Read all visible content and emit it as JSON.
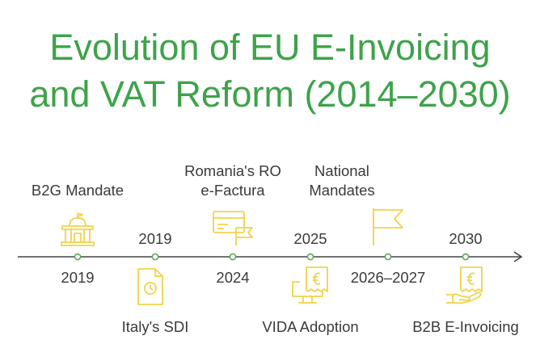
{
  "title_line1": "Evolution of EU E-Invoicing",
  "title_line2": "and VAT Reform (2014–2030)",
  "colors": {
    "title": "#3ea34a",
    "icon": "#f0d24a",
    "axis": "#444444",
    "node": "#58a85c",
    "text": "#3a3a3a"
  },
  "milestones": [
    {
      "id": "m1",
      "title": "B2G Mandate",
      "date": "2019",
      "icon": "government-building-icon"
    },
    {
      "id": "m2",
      "title": "Italy's SDI",
      "date": "2019",
      "icon": "document-clock-icon"
    },
    {
      "id": "m3",
      "title": "Romania's RO e-Factura",
      "title_line1": "Romania's RO",
      "title_line2": "e-Factura",
      "date": "2024",
      "icon": "card-flag-icon"
    },
    {
      "id": "m4",
      "title": "VIDA Adoption",
      "date": "2025",
      "icon": "monitor-euro-receipt-icon"
    },
    {
      "id": "m5",
      "title": "National Mandates",
      "title_line1": "National",
      "title_line2": "Mandates",
      "date": "2026–2027",
      "icon": "flag-icon"
    },
    {
      "id": "m6",
      "title": "B2B E-Invoicing",
      "date": "2030",
      "icon": "hand-euro-receipt-icon"
    }
  ]
}
